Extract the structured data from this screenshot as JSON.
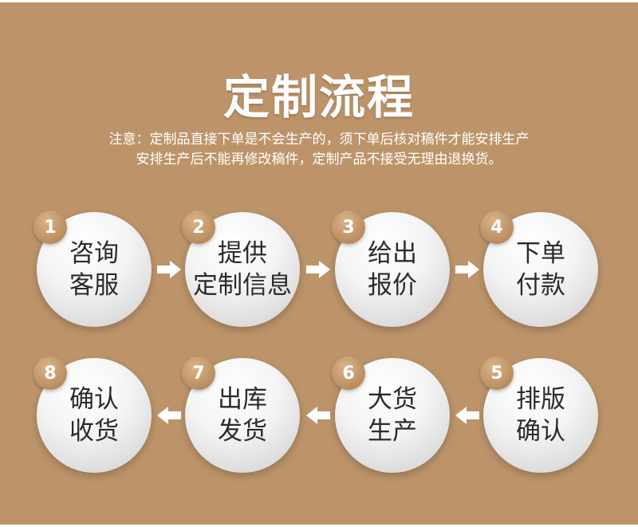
{
  "title": "定制流程",
  "notice": {
    "line1": "注意：定制品直接下单是不会生产的，须下单后核对稿件才能安排生产",
    "line2": "安排生产后不能再修改稿件，定制产品不接受无理由退换货。"
  },
  "steps": [
    {
      "number": "1",
      "label": "咨询\n客服"
    },
    {
      "number": "2",
      "label": "提供\n定制信息"
    },
    {
      "number": "3",
      "label": "给出\n报价"
    },
    {
      "number": "4",
      "label": "下单\n付款"
    },
    {
      "number": "5",
      "label": "排版\n确认"
    },
    {
      "number": "6",
      "label": "大货\n生产"
    },
    {
      "number": "7",
      "label": "出库\n发货"
    },
    {
      "number": "8",
      "label": "确认\n收货"
    }
  ],
  "colors": {
    "background": "#bd946a",
    "badge": "#b98d5f",
    "arrow": "#ffffff"
  },
  "icons": {
    "arrow_right": "arrow-right-icon",
    "arrow_left": "arrow-left-icon"
  }
}
